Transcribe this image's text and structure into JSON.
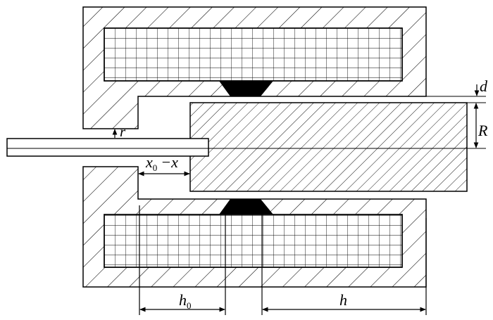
{
  "labels": {
    "d": "d",
    "R": "R",
    "r": "r",
    "x_main": "x",
    "x_sub": "0",
    "x_rest": "−x",
    "h0_main": "h",
    "h0_sub": "0",
    "h": "h"
  },
  "colors": {
    "stroke": "#000000",
    "fill": "#ffffff",
    "pole": "#000000"
  }
}
